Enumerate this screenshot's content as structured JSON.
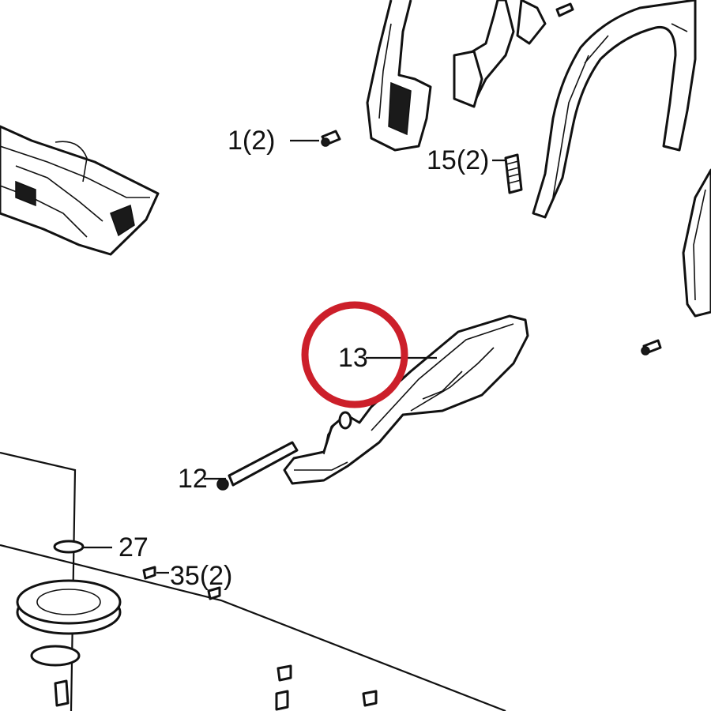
{
  "diagram": {
    "callouts": [
      {
        "id": "1",
        "text": "1(2)"
      },
      {
        "id": "15",
        "text": "15(2)"
      },
      {
        "id": "13",
        "text": "13"
      },
      {
        "id": "12",
        "text": "12"
      },
      {
        "id": "27",
        "text": "27"
      },
      {
        "id": "35",
        "text": "35(2)"
      }
    ],
    "highlight": {
      "target": "13",
      "color": "#cc1f2a"
    }
  }
}
